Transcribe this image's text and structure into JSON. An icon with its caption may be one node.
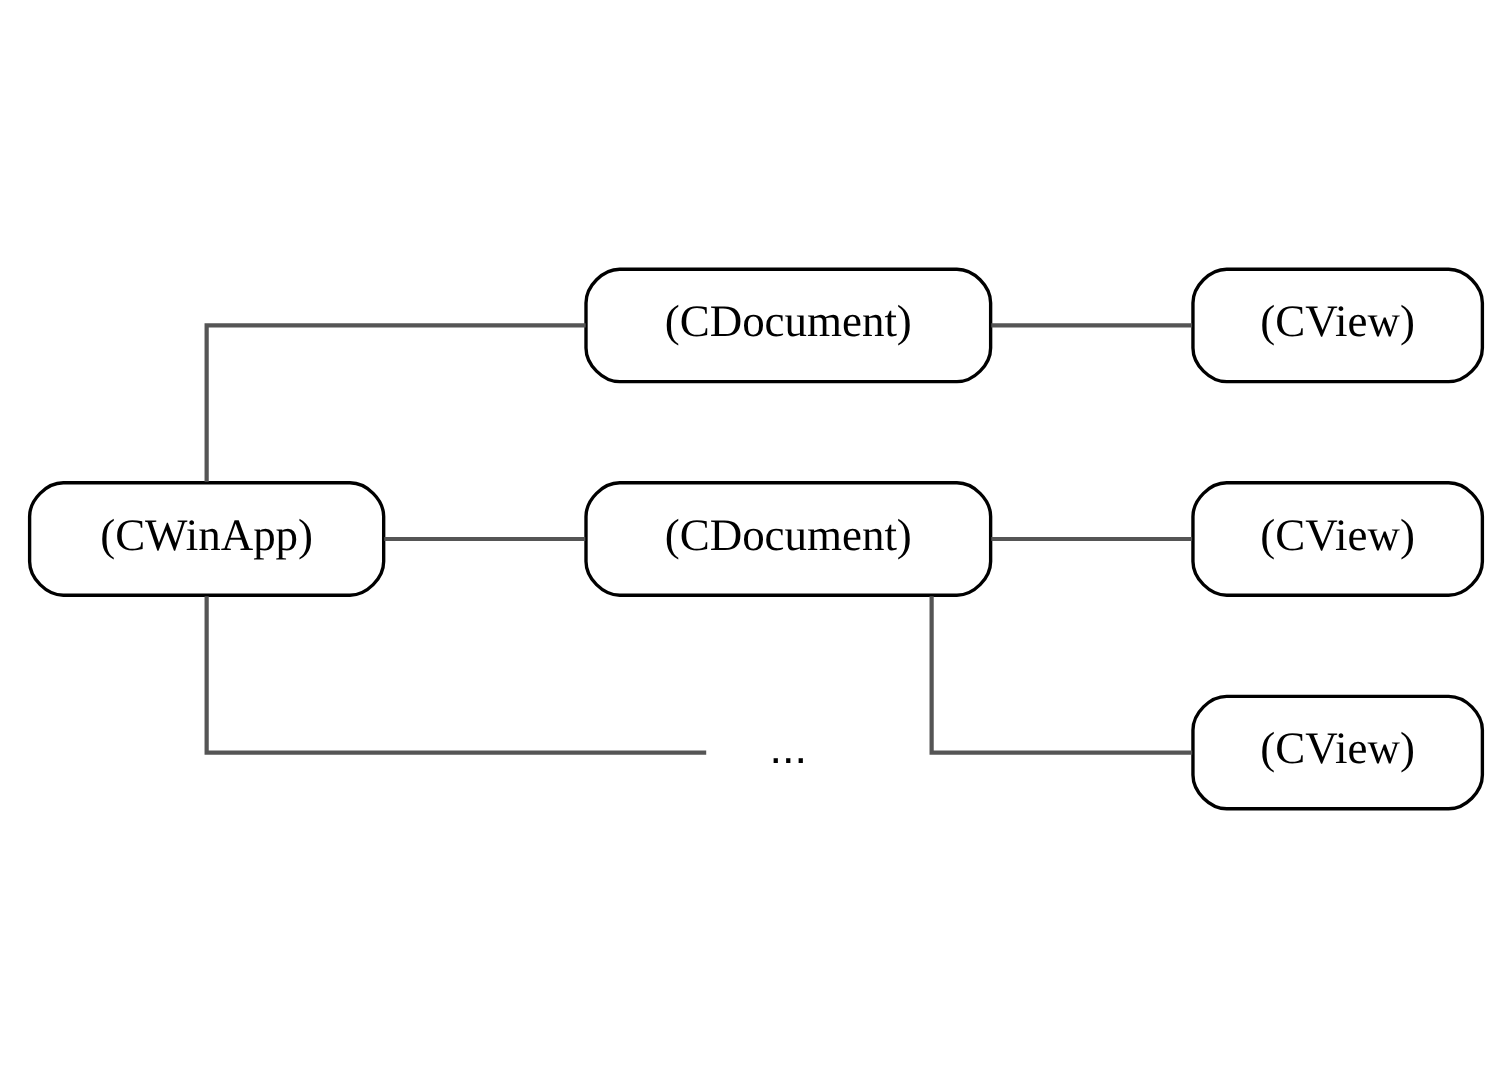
{
  "diagram": {
    "nodes": [
      {
        "text": [
          "(CWinApp)"
        ]
      },
      {
        "text": [
          "(CDocument)"
        ]
      },
      {
        "text": [
          "(CView)"
        ]
      },
      {
        "text": [
          "(CDocument)"
        ]
      },
      {
        "text": [
          "(CView)"
        ]
      },
      {
        "text": [
          "(CView)"
        ]
      },
      {
        "text": [
          "..."
        ]
      }
    ],
    "edges": [
      {
        "from": 0,
        "to": 1,
        "arrow": "none"
      },
      {
        "from": 1,
        "to": 2,
        "arrow": "none"
      },
      {
        "from": 0,
        "to": 3,
        "arrow": "none"
      },
      {
        "from": 3,
        "to": 4,
        "arrow": "none"
      },
      {
        "from": 3,
        "to": 5,
        "arrow": "none"
      },
      {
        "from": 0,
        "to": 6,
        "arrow": "none"
      }
    ]
  }
}
